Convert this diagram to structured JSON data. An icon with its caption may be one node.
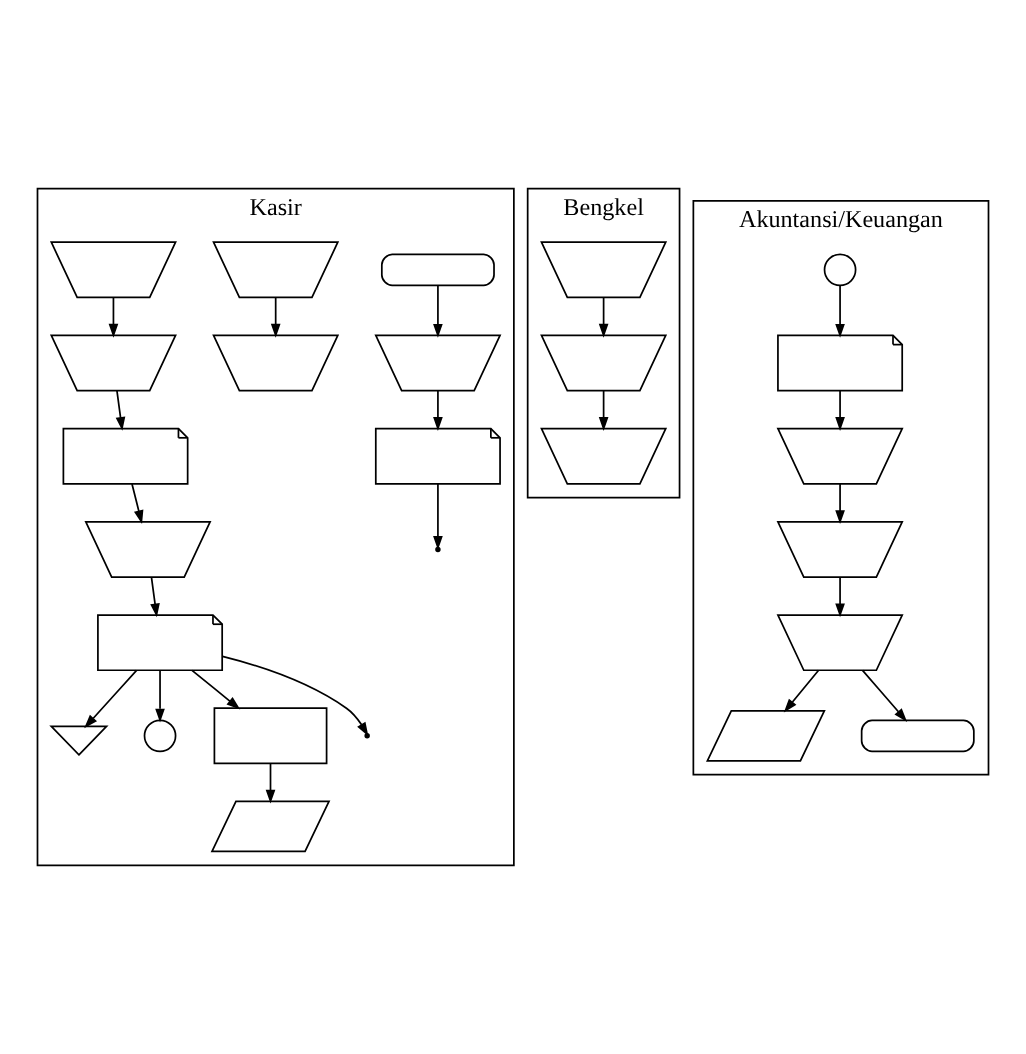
{
  "diagram": {
    "nodes": [
      {
        "text": [
          "Kasir"
        ]
      },
      {
        "text": [
          "Bengkel"
        ]
      },
      {
        "text": [
          "Akuntansi/Keuangan"
        ]
      },
      {
        "text": [],
        "shape": "terminator",
        "in": 0
      },
      {
        "text": [],
        "shape": "trapezoid",
        "in": 0
      },
      {
        "text": [],
        "shape": "document",
        "in": 0
      },
      {
        "text": [],
        "shape": "trapezoid",
        "in": 0
      },
      {
        "text": [],
        "shape": "trapezoid",
        "in": 0
      },
      {
        "text": [],
        "shape": "trapezoid",
        "in": 0
      },
      {
        "text": [],
        "shape": "trapezoid",
        "in": 0
      },
      {
        "text": [],
        "shape": "document",
        "in": 0
      },
      {
        "text": [],
        "shape": "trapezoid",
        "in": 0
      },
      {
        "text": [],
        "shape": "document",
        "in": 0
      },
      {
        "text": [],
        "shape": "triangle",
        "in": 0
      },
      {
        "text": [],
        "shape": "circle",
        "in": 0
      },
      {
        "text": [],
        "shape": "box",
        "in": 0
      },
      {
        "text": [],
        "shape": "parallelogram",
        "in": 0
      },
      {
        "text": [],
        "shape": "trapezoid",
        "in": 1
      },
      {
        "text": [],
        "shape": "trapezoid",
        "in": 1
      },
      {
        "text": [],
        "shape": "trapezoid",
        "in": 1
      },
      {
        "text": [],
        "shape": "circle",
        "in": 2
      },
      {
        "text": [],
        "shape": "document",
        "in": 2
      },
      {
        "text": [],
        "shape": "trapezoid",
        "in": 2
      },
      {
        "text": [],
        "shape": "trapezoid",
        "in": 2
      },
      {
        "text": [],
        "shape": "trapezoid",
        "in": 2
      },
      {
        "text": [],
        "shape": "parallelogram",
        "in": 2
      },
      {
        "text": [],
        "shape": "terminator",
        "in": 2
      }
    ],
    "edges": [
      {
        "from": 3,
        "to": 4,
        "arrow": "to"
      },
      {
        "from": 4,
        "to": 5,
        "arrow": "to"
      },
      {
        "from": 5,
        "to": null,
        "arrow": "to"
      },
      {
        "from": 6,
        "to": 7,
        "arrow": "to"
      },
      {
        "from": 8,
        "to": 9,
        "arrow": "to"
      },
      {
        "from": 9,
        "to": 10,
        "arrow": "to"
      },
      {
        "from": 10,
        "to": 11,
        "arrow": "to"
      },
      {
        "from": 11,
        "to": 12,
        "arrow": "to"
      },
      {
        "from": 12,
        "to": 13,
        "arrow": "to"
      },
      {
        "from": 12,
        "to": 14,
        "arrow": "to"
      },
      {
        "from": 12,
        "to": 15,
        "arrow": "to"
      },
      {
        "from": 12,
        "to": null,
        "arrow": "to"
      },
      {
        "from": 15,
        "to": 16,
        "arrow": "to"
      },
      {
        "from": 17,
        "to": 18,
        "arrow": "to"
      },
      {
        "from": 18,
        "to": 19,
        "arrow": "to"
      },
      {
        "from": 20,
        "to": 21,
        "arrow": "to"
      },
      {
        "from": 21,
        "to": 22,
        "arrow": "to"
      },
      {
        "from": 22,
        "to": 23,
        "arrow": "to"
      },
      {
        "from": 23,
        "to": 24,
        "arrow": "to"
      },
      {
        "from": 24,
        "to": 25,
        "arrow": "to"
      },
      {
        "from": 24,
        "to": 26,
        "arrow": "to"
      }
    ]
  }
}
